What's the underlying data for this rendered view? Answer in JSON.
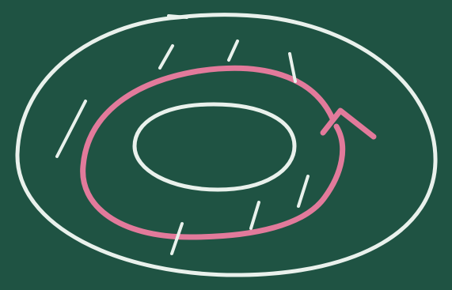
{
  "board": {
    "background": "#1f5343",
    "chalk_white": "#e9f1ec",
    "chalk_pink": "#e27a9b"
  },
  "diagram": {
    "description_items": [
      "outer-ellipse",
      "inner-ellipse",
      "pink-loop-with-arrow",
      "tick-marks"
    ]
  }
}
